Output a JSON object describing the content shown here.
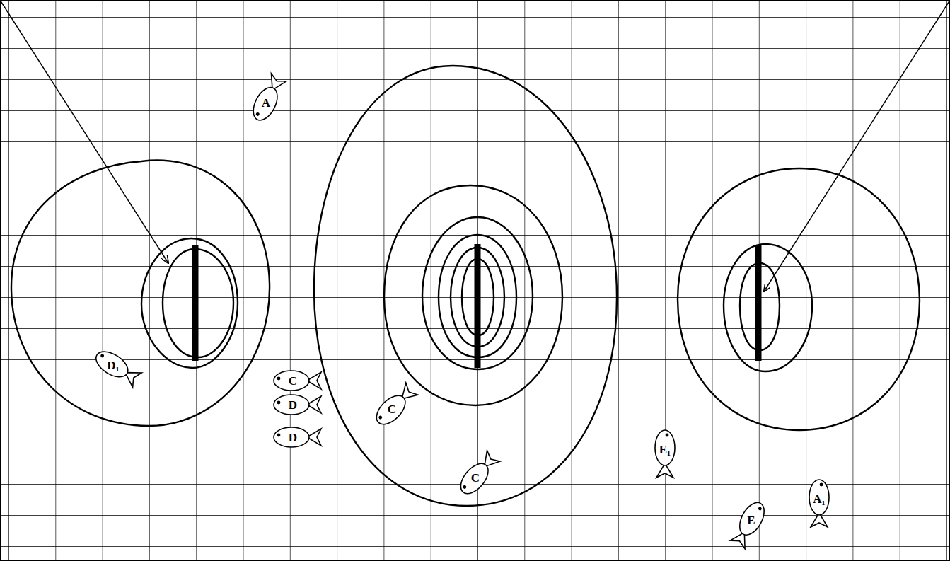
{
  "diagram": {
    "labels": [
      "A",
      "D₁",
      "C",
      "D",
      "D",
      "C",
      "C",
      "E₁",
      "E",
      "A₁"
    ]
  }
}
